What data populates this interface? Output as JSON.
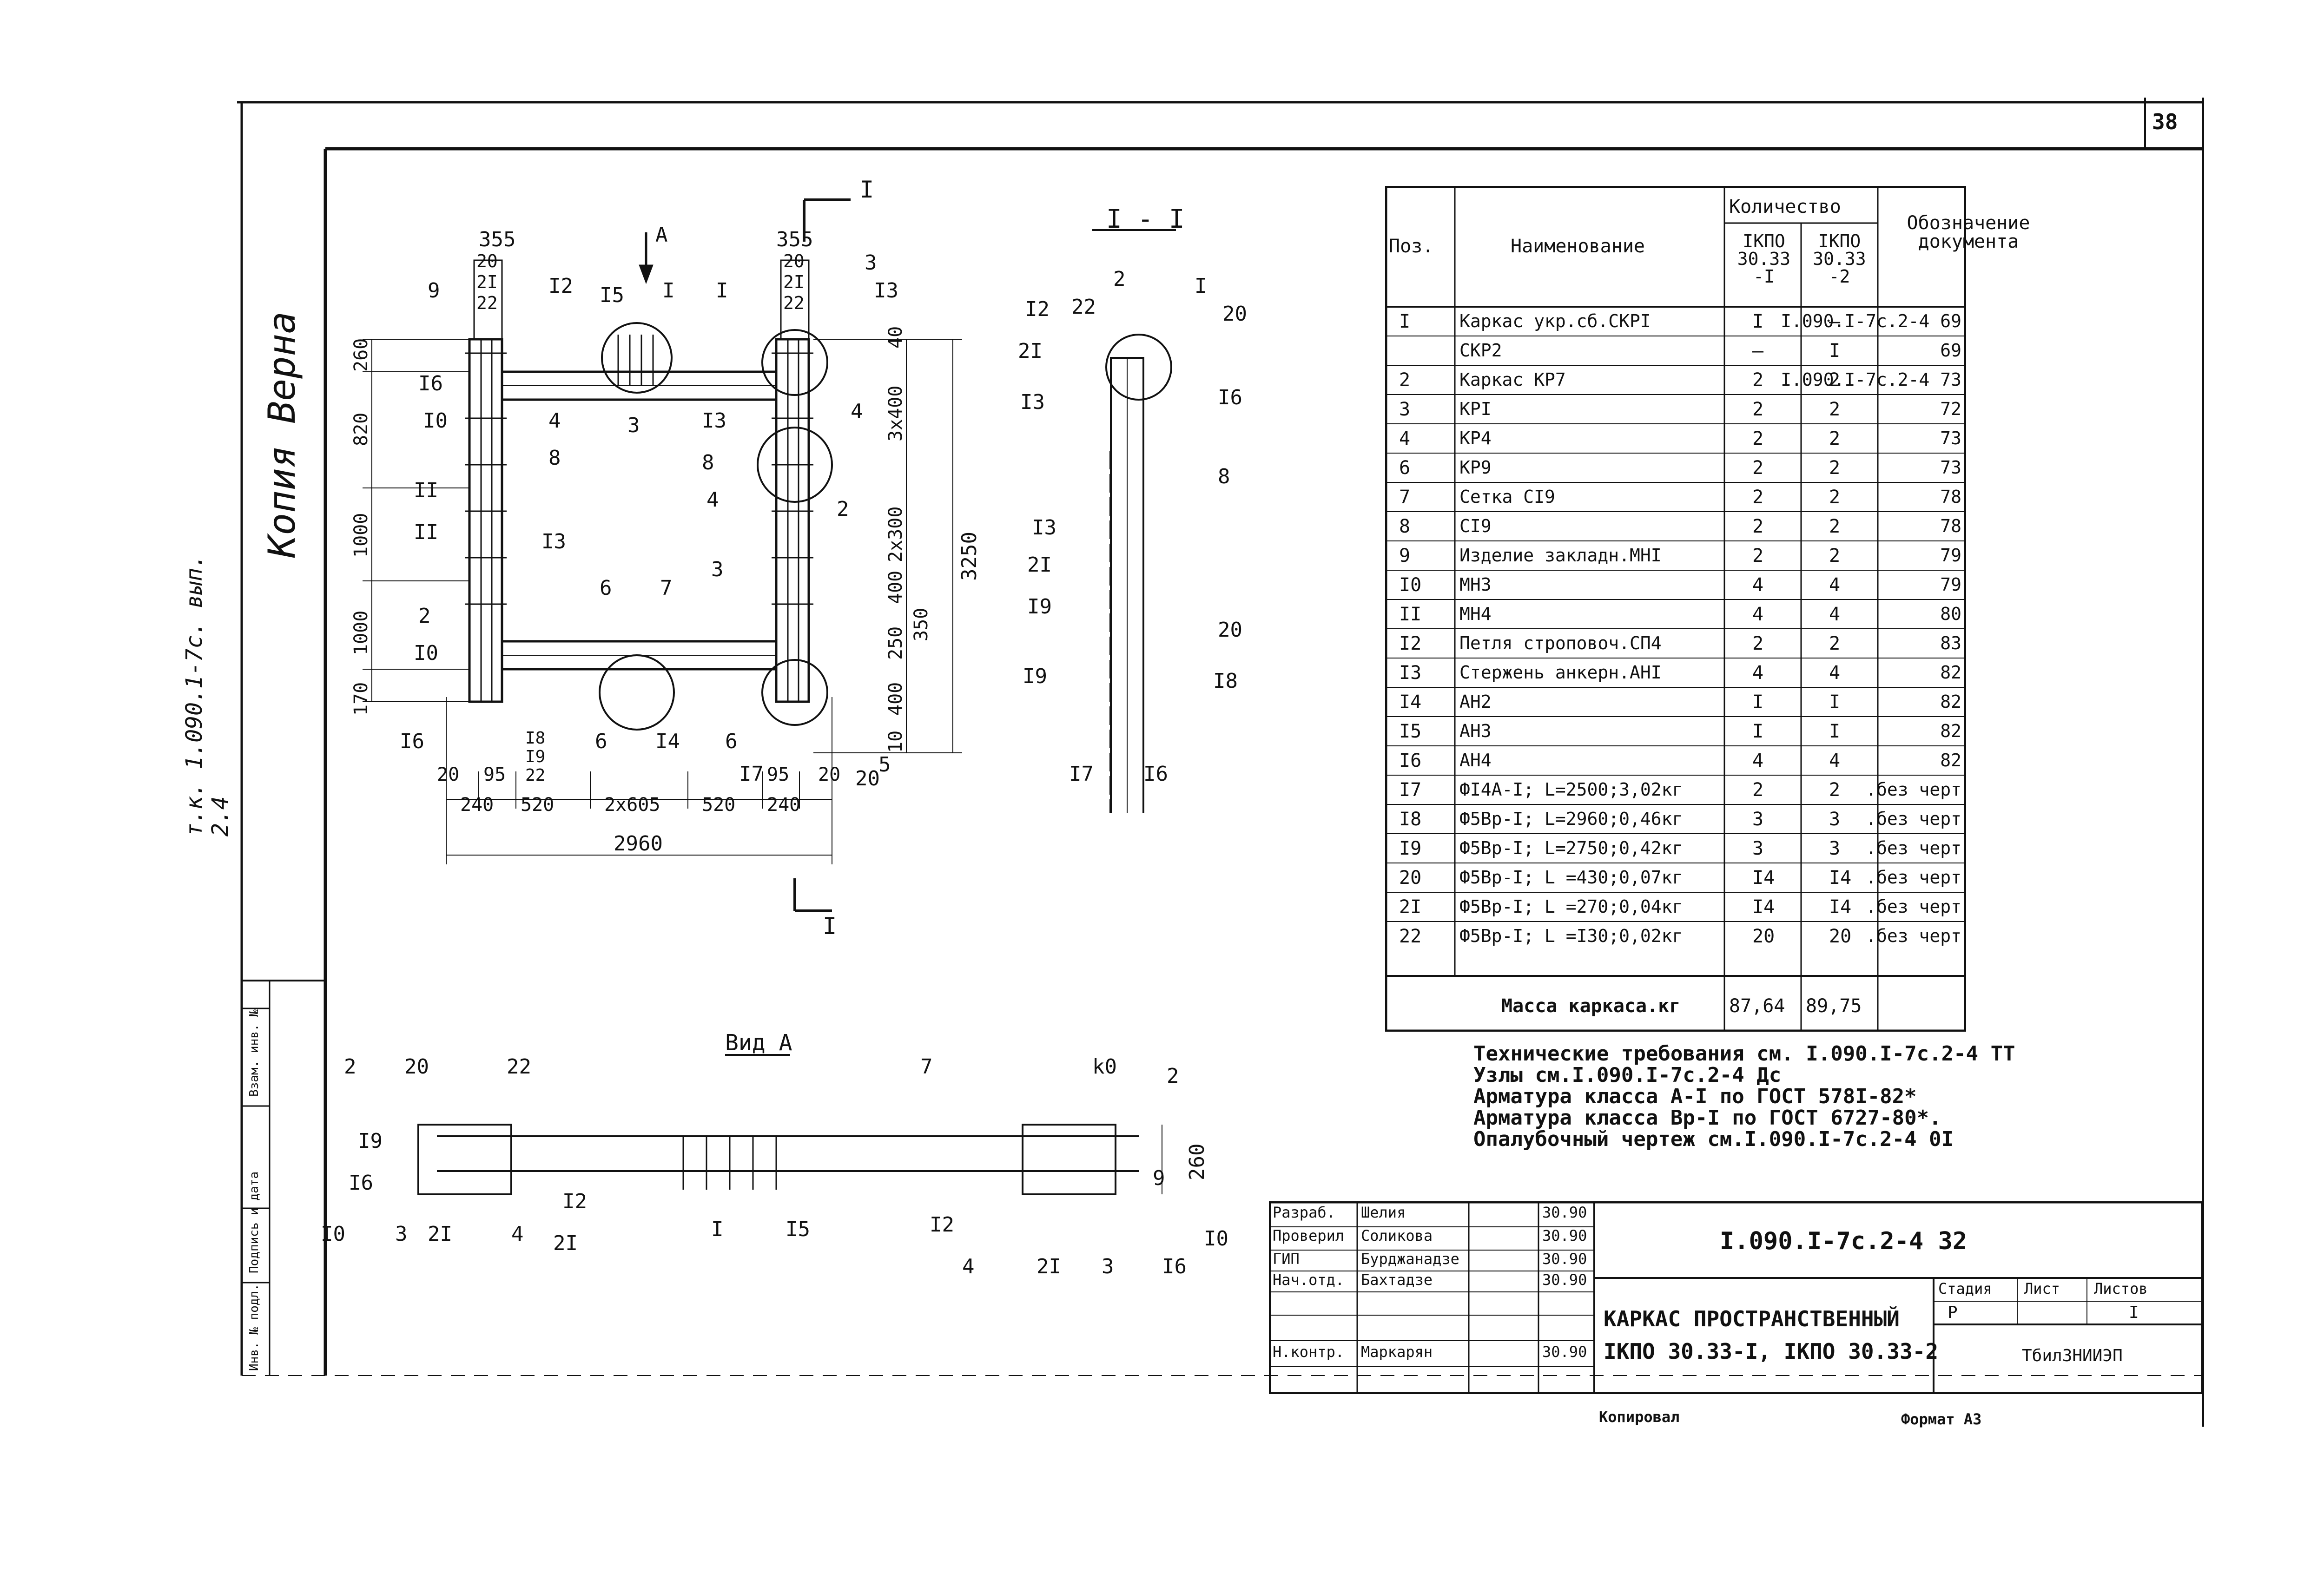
{
  "sheet_number": "38",
  "left_margin_note": "т.к. 1.090.1-7с. вып. 2.4",
  "left_margin_copy": "Копия Верна",
  "left_strip_labels": [
    "Инв. № подл.",
    "Подпись и дата",
    "Взам. инв. №"
  ],
  "drawing": {
    "section_label": "I - I",
    "view_label": "Вид А",
    "section_mark": "I",
    "view_arrow": "А",
    "main_plan": {
      "top_dims": [
        "355",
        "20",
        "2I",
        "22"
      ],
      "left_dims": [
        "260",
        "820",
        "1000",
        "1000",
        "170"
      ],
      "right_dims": [
        "40",
        "3x400",
        "2x300",
        "400",
        "250",
        "400",
        "10",
        "350",
        "3250"
      ],
      "bottom_dims": [
        "20",
        "95",
        "240",
        "520",
        "2x605",
        "520",
        "240",
        "95",
        "20",
        "2960"
      ],
      "bottom_small": [
        "I8",
        "I9",
        "22"
      ],
      "pos_labels": [
        "9",
        "I2",
        "I5",
        "I",
        "I",
        "3",
        "I3",
        "I6",
        "I0",
        "3",
        "4",
        "II",
        "8",
        "II",
        "I3",
        "I3",
        "8",
        "4",
        "4",
        "2",
        "2",
        "6",
        "7",
        "3",
        "I0",
        "I6",
        "6",
        "I4",
        "6",
        "I7",
        "5",
        "20"
      ]
    },
    "section": {
      "pos_labels": [
        "2",
        "I2",
        "22",
        "I",
        "20",
        "2I",
        "I6",
        "I3",
        "8",
        "I3",
        "2I",
        "20",
        "I9",
        "I9",
        "I8",
        "I7",
        "I6"
      ]
    },
    "view_a": {
      "labels_left": [
        "2",
        "20",
        "22",
        "I9",
        "I6",
        "I0",
        "3",
        "2I",
        "4",
        "2I",
        "I2"
      ],
      "labels_mid": [
        "7",
        "I",
        "I5"
      ],
      "labels_right": [
        "k0",
        "2",
        "260",
        "9",
        "I2",
        "4",
        "2I",
        "3",
        "I6",
        "I0"
      ]
    }
  },
  "spec_table": {
    "headers": {
      "pos": "Поз.",
      "name": "Наименование",
      "qty": "Количество",
      "qty1": "IКПО 30.33 -I",
      "qty2": "IКПО 30.33 -2",
      "doc": "Обозначение документа"
    },
    "rows": [
      {
        "pos": "I",
        "name": "Каркас укр.сб.СКРI",
        "q1": "I",
        "q2": "–",
        "doc": "I.090.I-7с.2-4 69"
      },
      {
        "pos": "",
        "name": "СКР2",
        "q1": "–",
        "q2": "I",
        "doc": "69"
      },
      {
        "pos": "2",
        "name": "Каркас КР7",
        "q1": "2",
        "q2": "2",
        "doc": "I.090.I-7с.2-4 73"
      },
      {
        "pos": "3",
        "name": "КРI",
        "q1": "2",
        "q2": "2",
        "doc": "72"
      },
      {
        "pos": "4",
        "name": "КР4",
        "q1": "2",
        "q2": "2",
        "doc": "73"
      },
      {
        "pos": "6",
        "name": "КР9",
        "q1": "2",
        "q2": "2",
        "doc": "73"
      },
      {
        "pos": "7",
        "name": "Сетка СI9",
        "q1": "2",
        "q2": "2",
        "doc": "78"
      },
      {
        "pos": "8",
        "name": "СI9",
        "q1": "2",
        "q2": "2",
        "doc": "78"
      },
      {
        "pos": "9",
        "name": "Изделие закладн.МНI",
        "q1": "2",
        "q2": "2",
        "doc": "79"
      },
      {
        "pos": "I0",
        "name": "МН3",
        "q1": "4",
        "q2": "4",
        "doc": "79"
      },
      {
        "pos": "II",
        "name": "МН4",
        "q1": "4",
        "q2": "4",
        "doc": "80"
      },
      {
        "pos": "I2",
        "name": "Петля строповоч.СП4",
        "q1": "2",
        "q2": "2",
        "doc": "83"
      },
      {
        "pos": "I3",
        "name": "Стержень анкерн.АНI",
        "q1": "4",
        "q2": "4",
        "doc": "82"
      },
      {
        "pos": "I4",
        "name": "АН2",
        "q1": "I",
        "q2": "I",
        "doc": "82"
      },
      {
        "pos": "I5",
        "name": "АН3",
        "q1": "I",
        "q2": "I",
        "doc": "82"
      },
      {
        "pos": "I6",
        "name": "АН4",
        "q1": "4",
        "q2": "4",
        "doc": "82"
      },
      {
        "pos": "I7",
        "name": "ФI4А-I; L=2500;3,02кг",
        "q1": "2",
        "q2": "2",
        "doc": "без черт."
      },
      {
        "pos": "I8",
        "name": "Ф5Вр-I; L=2960;0,46кг",
        "q1": "3",
        "q2": "3",
        "doc": "без черт."
      },
      {
        "pos": "I9",
        "name": "Ф5Вр-I; L=2750;0,42кг",
        "q1": "3",
        "q2": "3",
        "doc": "без черт."
      },
      {
        "pos": "20",
        "name": "Ф5Вр-I; L =430;0,07кг",
        "q1": "I4",
        "q2": "I4",
        "doc": "без черт."
      },
      {
        "pos": "2I",
        "name": "Ф5Вр-I; L =270;0,04кг",
        "q1": "I4",
        "q2": "I4",
        "doc": "без черт."
      },
      {
        "pos": "22",
        "name": "Ф5Вр-I; L =I30;0,02кг",
        "q1": "20",
        "q2": "20",
        "doc": "без черт."
      }
    ],
    "mass_label": "Масса каркаса.кг",
    "mass1": "87,64",
    "mass2": "89,75"
  },
  "notes": [
    "Технические требования см. I.090.I-7с.2-4 ТТ",
    "Узлы см.I.090.I-7с.2-4 Дс",
    "Арматура класса А-I по ГОСТ 578I-82*",
    "Арматура класса Вр-I по ГОСТ 6727-80*.",
    "Опалубочный чертеж см.I.090.I-7с.2-4 0I"
  ],
  "title_block": {
    "doc_number": "I.090.I-7с.2-4 32",
    "title_line1": "КАРКАС ПРОСТРАНСТВЕННЫЙ",
    "title_line2": "IКПО 30.33-I, IКПО 30.33-2",
    "stage_label": "Стадия",
    "sheet_label": "Лист",
    "sheets_label": "Листов",
    "stage": "Р",
    "sheets": "I",
    "org": "ТбилЗНИИЭП",
    "people": [
      {
        "role": "Разраб.",
        "name": "Шелия",
        "date": "30.90"
      },
      {
        "role": "Проверил",
        "name": "Соликова",
        "date": "30.90"
      },
      {
        "role": "ГИП",
        "name": "Бурджанадзе",
        "date": "30.90"
      },
      {
        "role": "Нач.отд.",
        "name": "Бахтадзе",
        "date": "30.90"
      },
      {
        "role": "Н.контр.",
        "name": "Маркарян",
        "date": "30.90"
      }
    ]
  },
  "footer": {
    "copied": "Копировал",
    "format": "Формат А3"
  }
}
